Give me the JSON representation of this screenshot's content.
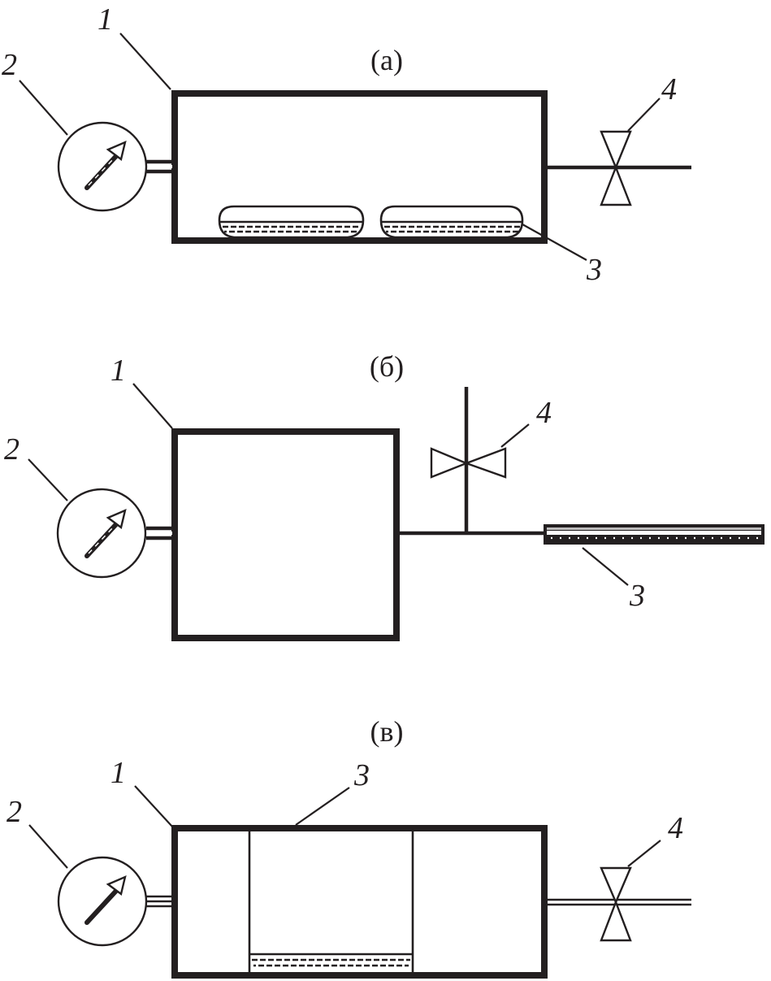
{
  "figure": {
    "colors": {
      "ink": "#231f20",
      "background": "#ffffff"
    },
    "panels": [
      {
        "id": "a",
        "title": "(а)",
        "description": "Horizontal vessel with two sample trays on the floor, pressure gauge on left, valve on right outlet line",
        "labels": {
          "vessel": "1",
          "gauge": "2",
          "sample": "3",
          "valve": "4"
        }
      },
      {
        "id": "b",
        "title": "(б)",
        "description": "Square vessel with pressure gauge; outlet line with branch valve and a tube sample",
        "labels": {
          "vessel": "1",
          "gauge": "2",
          "sample": "3",
          "valve": "4"
        }
      },
      {
        "id": "v",
        "title": "(в)",
        "description": "Horizontal vessel containing an inner open container with liquid at bottom; gauge on left, valve on right outlet",
        "labels": {
          "vessel": "1",
          "gauge": "2",
          "sample": "3",
          "valve": "4"
        }
      }
    ],
    "legend_components": [
      {
        "number": "1",
        "name": "vessel"
      },
      {
        "number": "2",
        "name": "pressure-gauge"
      },
      {
        "number": "3",
        "name": "sample"
      },
      {
        "number": "4",
        "name": "valve"
      }
    ]
  }
}
